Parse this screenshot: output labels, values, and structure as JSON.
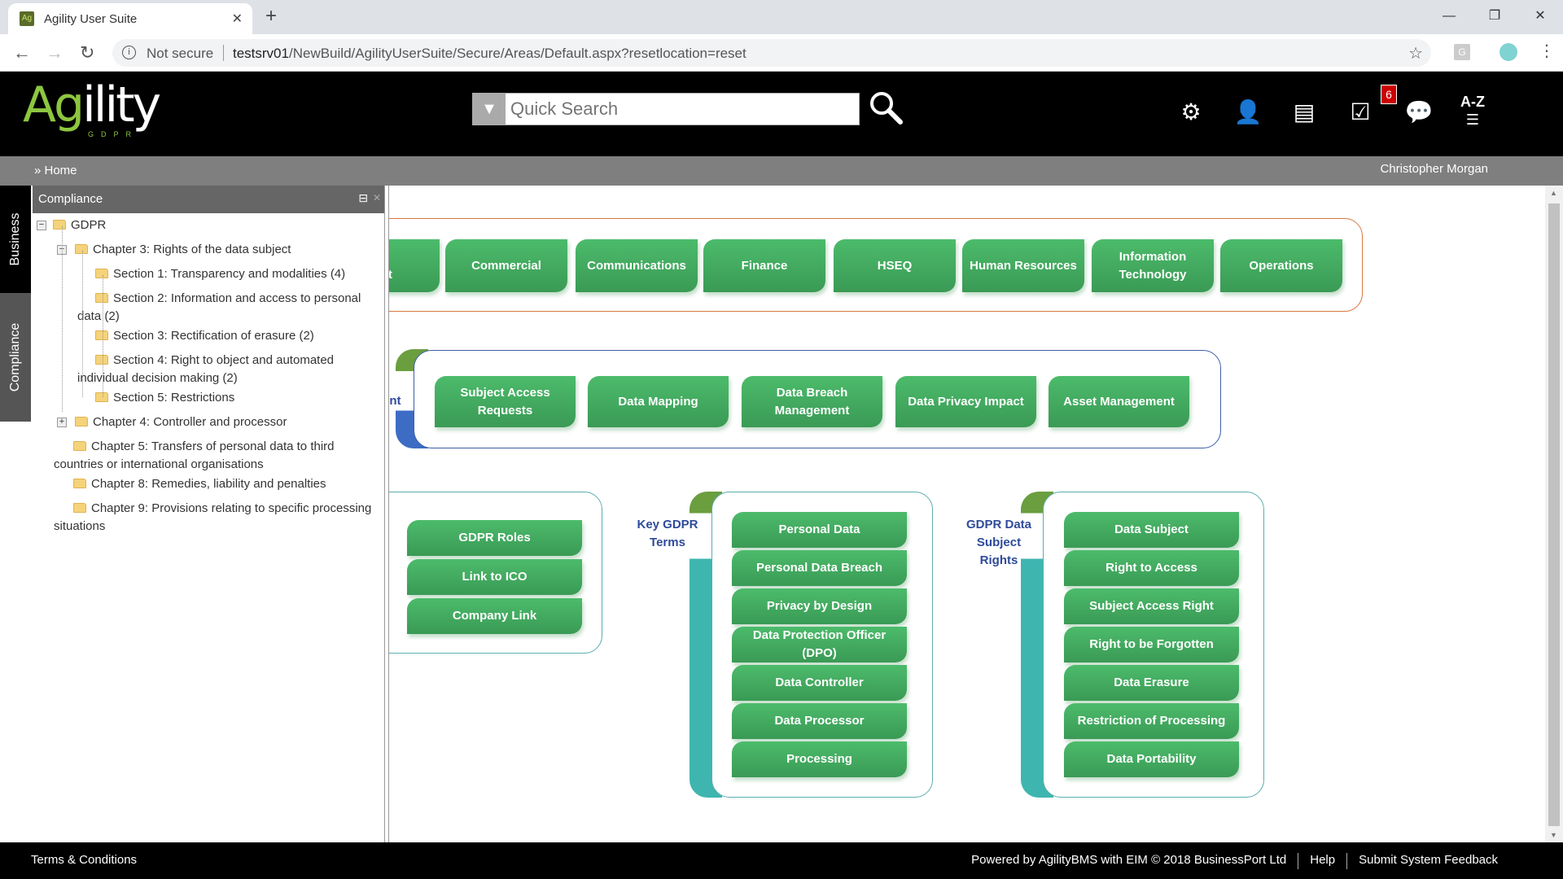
{
  "browser": {
    "tab_title": "Agility User Suite",
    "favicon": "Ag",
    "url_host": "testsrv01",
    "url_path": "/NewBuild/AgilityUserSuite/Secure/Areas/Default.aspx?resetlocation=reset",
    "security": "Not secure",
    "profile_ext": "G"
  },
  "header": {
    "logo": "Agility",
    "logo_sub": "GDPR",
    "search_placeholder": "Quick Search",
    "notification_count": "6",
    "az_label": "A-Z",
    "icons": [
      "document-settings-icon",
      "contact-card-icon",
      "document-icon",
      "clipboard-check-icon",
      "chat-quote-icon",
      "a-z-books-icon"
    ]
  },
  "breadcrumb": {
    "home": "» Home",
    "user": "Christopher Morgan"
  },
  "sidetabs": {
    "business": "Business",
    "compliance": "Compliance"
  },
  "panel": {
    "title": "Compliance",
    "tree": [
      {
        "label": "GDPR",
        "level": 0,
        "expander": "−"
      },
      {
        "label": "Chapter 3: Rights of the data subject",
        "level": 1,
        "expander": "−"
      },
      {
        "label": "Section 1: Transparency and modalities (4)",
        "level": 2
      },
      {
        "label": "Section 2: Information and access to personal",
        "cont": "data (2)",
        "level": 2
      },
      {
        "label": "Section 3: Rectification of erasure (2)",
        "level": 2
      },
      {
        "label": "Section 4: Right to object and automated",
        "cont": "individual decision making (2)",
        "level": 2
      },
      {
        "label": "Section 5: Restrictions",
        "level": 2,
        "open": true
      },
      {
        "label": "Chapter 4: Controller and processor",
        "level": 1,
        "expander": "+"
      },
      {
        "label": "Chapter 5: Transfers of personal data to third",
        "cont": "countries or international organisations",
        "level": 1,
        "open": true
      },
      {
        "label": "Chapter 8: Remedies, liability and penalties",
        "level": 1,
        "open": true
      },
      {
        "label": "Chapter 9: Provisions relating to specific processing",
        "cont": "situations",
        "level": 1,
        "open": true
      }
    ]
  },
  "main": {
    "business_areas": [
      "ess\nment",
      "Commercial",
      "Communications",
      "Finance",
      "HSEQ",
      "Human Resources",
      "Information Technology",
      "Operations"
    ],
    "management_label": "ent",
    "management": [
      "Subject Access Requests",
      "Data Mapping",
      "Data Breach Management",
      "Data Privacy Impact",
      "Asset Management"
    ],
    "links": [
      "GDPR Roles",
      "Link to ICO",
      "Company Link"
    ],
    "key_terms_label": "Key GDPR Terms",
    "key_terms": [
      "Personal Data",
      "Personal Data Breach",
      "Privacy by Design",
      "Data Protection Officer (DPO)",
      "Data Controller",
      "Data Processor",
      "Processing"
    ],
    "rights_label": "GDPR Data Subject Rights",
    "rights": [
      "Data Subject",
      "Right to Access",
      "Subject Access Right",
      "Right to be Forgotten",
      "Data Erasure",
      "Restriction of Processing",
      "Data Portability"
    ],
    "colors": {
      "button": "#3fa95c",
      "business_border": "#d9773f",
      "management_border": "#3d5ea8",
      "teal": "#3fb5b0",
      "label": "#2e4a9a"
    }
  },
  "footer": {
    "terms": "Terms & Conditions",
    "powered": "Powered by AgilityBMS with EIM © 2018 BusinessPort Ltd",
    "help": "Help",
    "feedback": "Submit System Feedback"
  }
}
